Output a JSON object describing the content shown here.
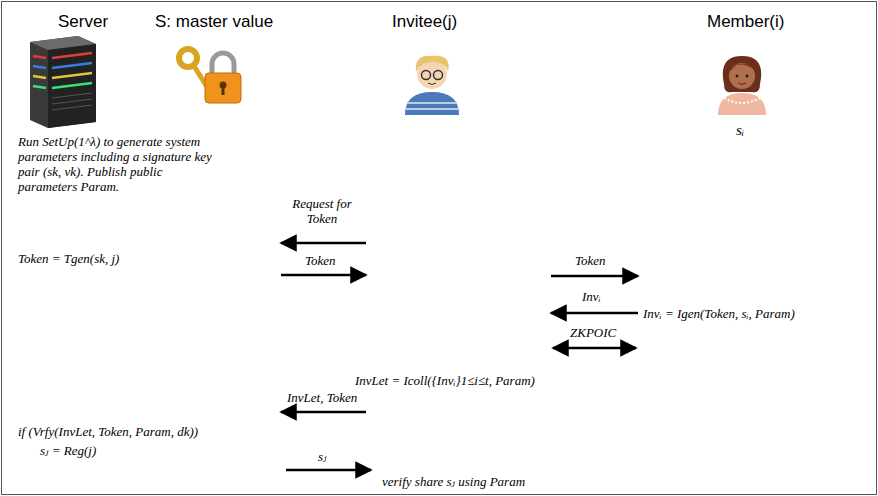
{
  "diagram": {
    "labels": [
      "Server",
      "S: master value",
      "Invitee(j)",
      "Member(i)",
      "sᵢ",
      "Run SetUp(1^λ) to generate system parameters including a signature key pair (sk, vk). Publish public parameters Param.",
      "Token = Tgen(sk, j)",
      "Request for Token",
      "Token",
      "Token",
      "Invᵢ",
      "Invᵢ = Igen(Token, sᵢ, Param)",
      "ZKPOIC",
      "InvLet = Icoll({Invᵢ}1≤i≤t, Param)",
      "InvLet, Token",
      "if (Vrfy(InvLet, Token, Param, dk))",
      "sⱼ = Reg(j)",
      "sⱼ",
      "verify share sⱼ using Param"
    ]
  }
}
